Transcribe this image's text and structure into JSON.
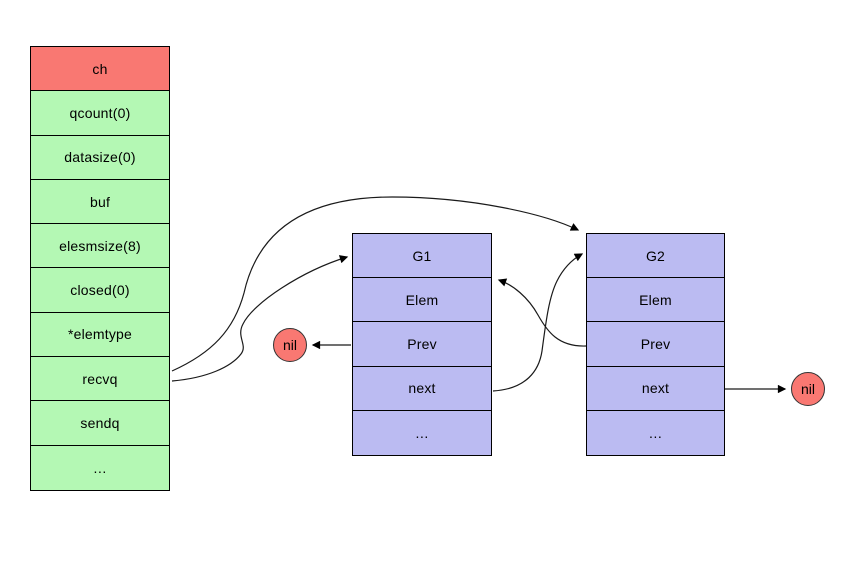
{
  "diagram": {
    "description": "Go channel hchan struct with recvq waiting goroutine linked list",
    "colors": {
      "struct_header_red": "#f97872",
      "channel_field_green": "#b4f8b4",
      "goroutine_purple": "#bbbbf2",
      "nil_node_red": "#f97872",
      "line_black": "#000000"
    },
    "channel_struct": {
      "title": "ch",
      "fields": [
        "qcount(0)",
        "datasize(0)",
        "buf",
        "elesmsize(8)",
        "closed(0)",
        "*elemtype",
        "recvq",
        "sendq",
        "…"
      ]
    },
    "goroutines": [
      {
        "title": "G1",
        "fields": [
          "Elem",
          "Prev",
          "next",
          "…"
        ]
      },
      {
        "title": "G2",
        "fields": [
          "Elem",
          "Prev",
          "next",
          "…"
        ]
      }
    ],
    "nil_nodes": [
      {
        "label": "nil"
      },
      {
        "label": "nil"
      }
    ],
    "edges": [
      {
        "id": "recvq-to-g2",
        "from": "ch.recvq",
        "to": "G2.header-top"
      },
      {
        "id": "recvq-to-g1",
        "from": "ch.recvq",
        "to": "G1.header"
      },
      {
        "id": "g2-prev-to-g1",
        "from": "G2.Prev",
        "to": "G1.top-right"
      },
      {
        "id": "g1-next-to-g2",
        "from": "G1.next",
        "to": "G2.header"
      },
      {
        "id": "g1-prev-to-nil",
        "from": "G1.Prev",
        "to": "nil-left"
      },
      {
        "id": "g2-next-to-nil",
        "from": "G2.next",
        "to": "nil-right"
      }
    ]
  }
}
